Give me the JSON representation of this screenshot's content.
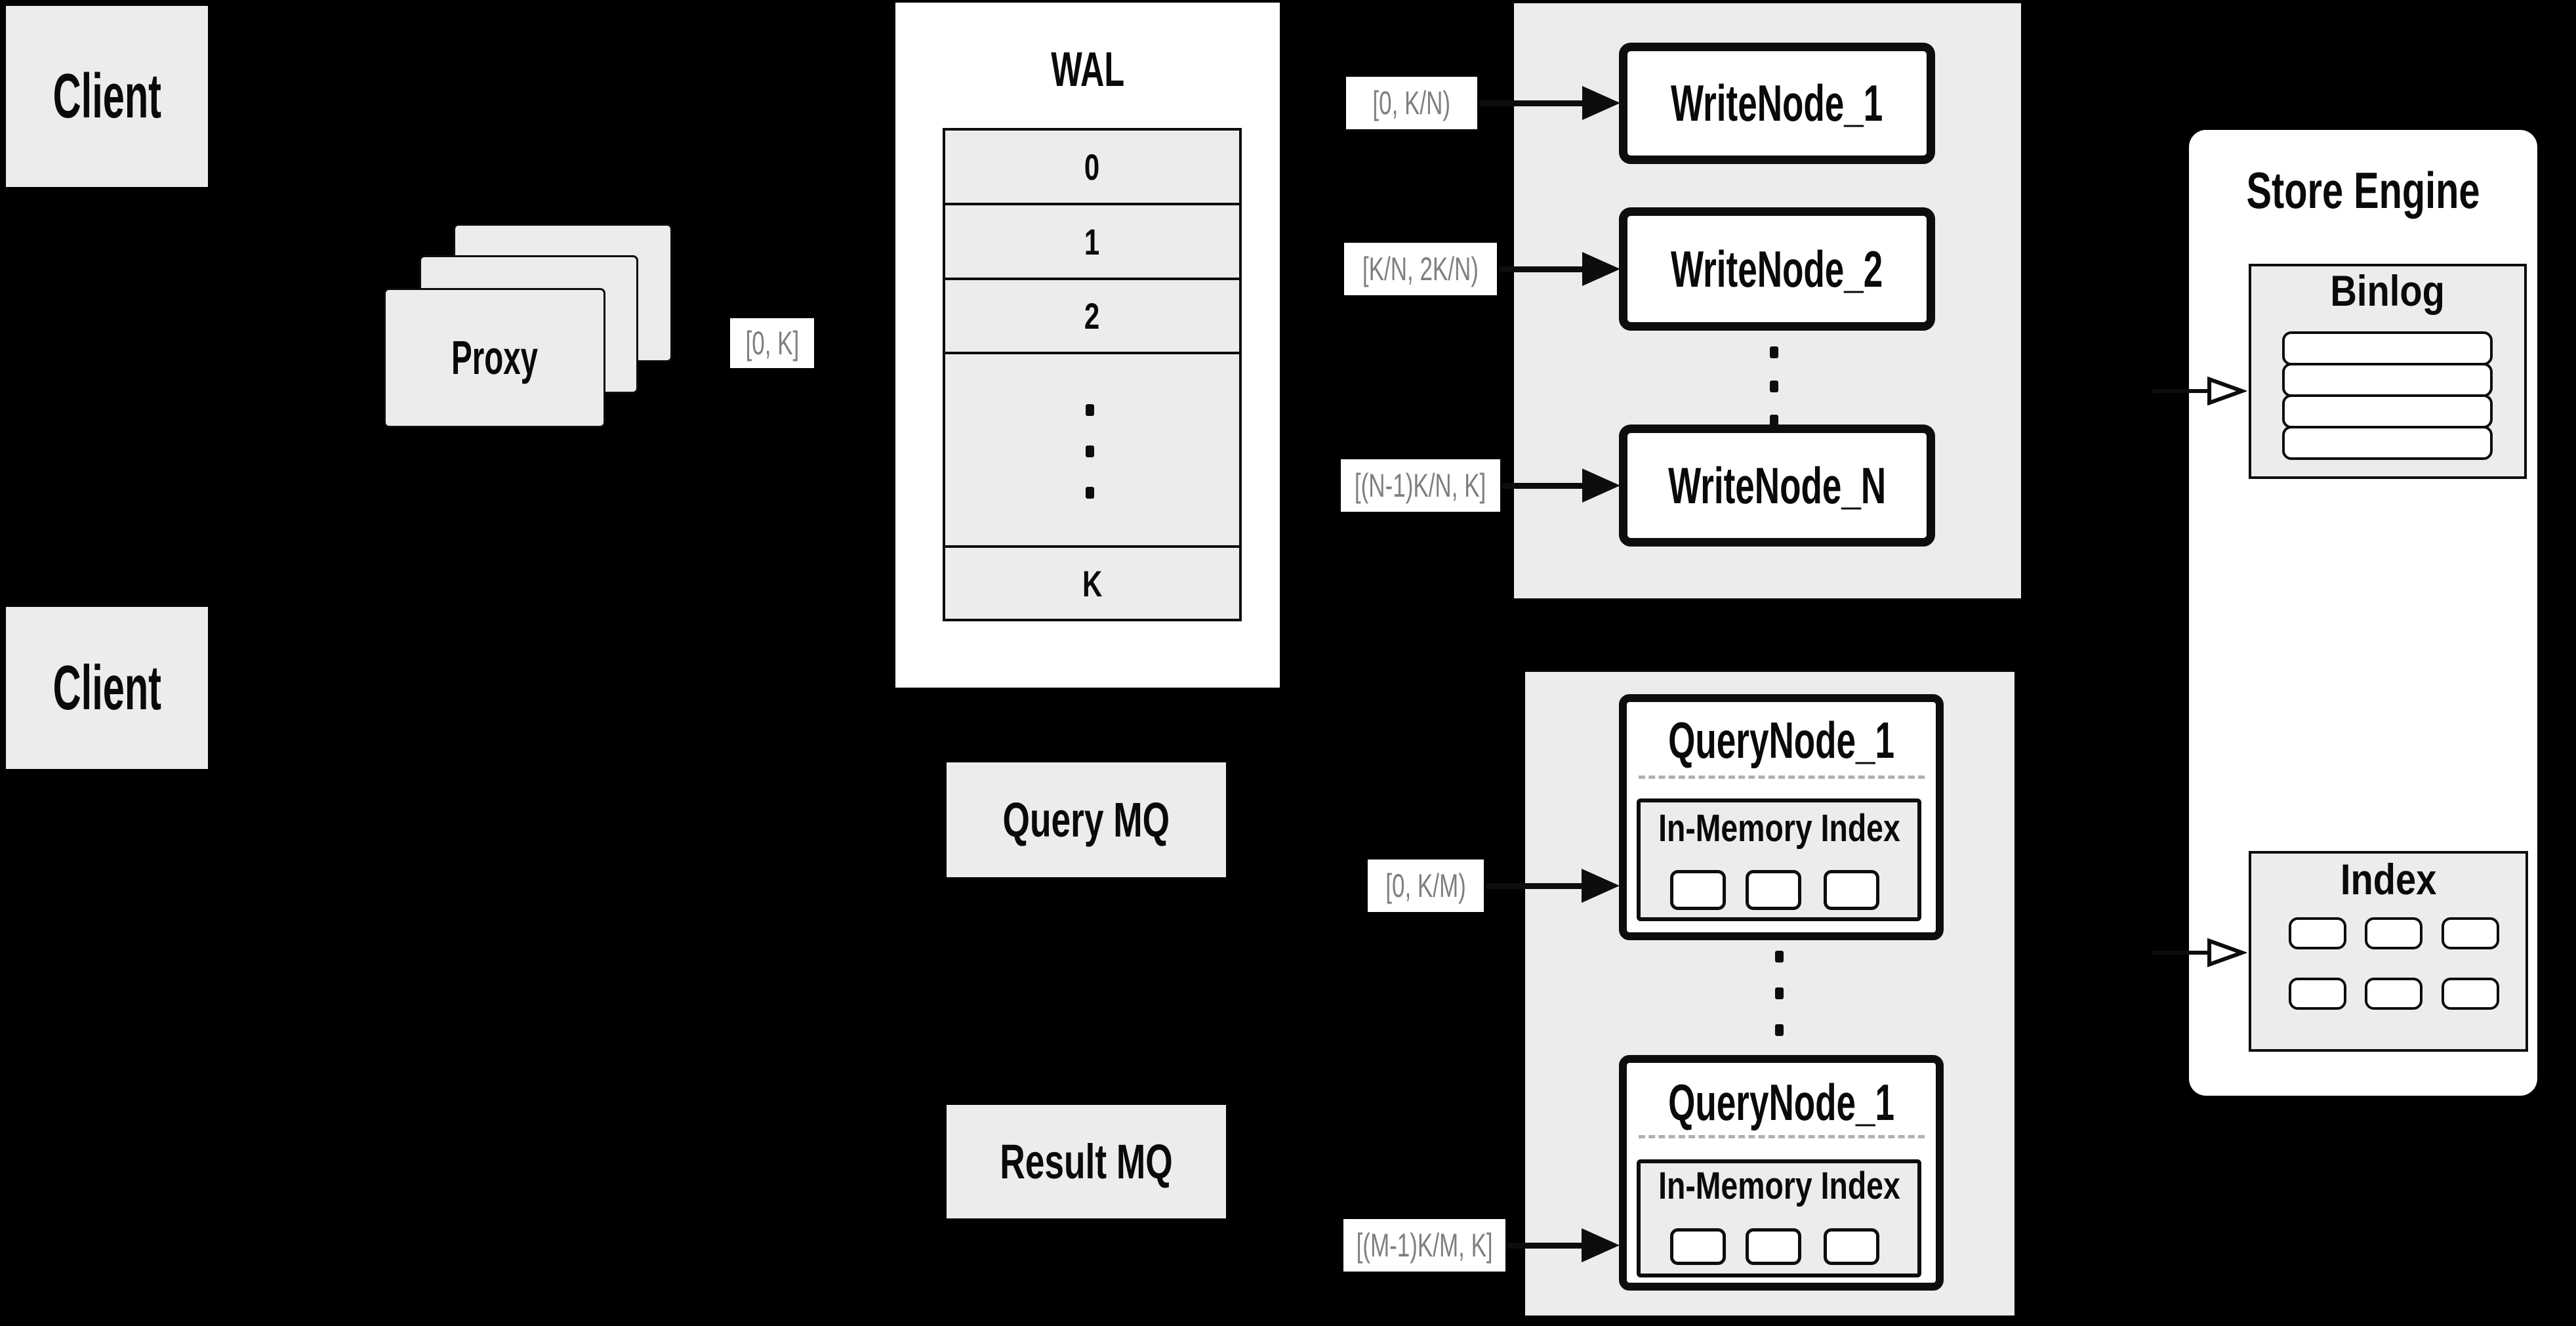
{
  "colors": {
    "background": "#000000",
    "panel_gray": "#ececec",
    "box_white": "#ffffff",
    "line_black": "#0d0d0d",
    "range_label_text": "#7f7f7f",
    "dashed_divider": "#b0b0b0"
  },
  "clients": {
    "top_label": "Client",
    "bottom_label": "Client"
  },
  "proxy": {
    "label": "Proxy"
  },
  "range_labels": {
    "proxy_to_wal": "[0, K]",
    "write_1": "[0, K/N)",
    "write_2": "[K/N, 2K/N)",
    "write_n": "[(N-1)K/N, K]",
    "query_1": "[0, K/M)",
    "query_m": "[(M-1)K/M, K]"
  },
  "wal": {
    "title": "WAL",
    "rows": [
      "0",
      "1",
      "2"
    ],
    "last_row": "K"
  },
  "write_nodes": {
    "node_1": "WriteNode_1",
    "node_2": "WriteNode_2",
    "node_n": "WriteNode_N"
  },
  "mq": {
    "query": "Query MQ",
    "result": "Result MQ"
  },
  "query_nodes": {
    "node_top": {
      "title": "QueryNode_1",
      "inner_title": "In-Memory Index"
    },
    "node_bottom": {
      "title": "QueryNode_1",
      "inner_title": "In-Memory Index"
    }
  },
  "store_engine": {
    "title": "Store Engine",
    "binlog_title": "Binlog",
    "index_title": "Index"
  }
}
